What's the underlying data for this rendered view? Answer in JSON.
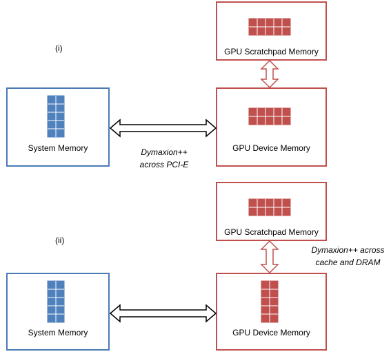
{
  "panel_labels": {
    "top": "(i)",
    "bottom": "(ii)"
  },
  "top_diagram": {
    "scratchpad": {
      "label": "GPU Scratchpad Memory"
    },
    "device": {
      "label": "GPU Device Memory"
    },
    "system": {
      "label": "System Memory"
    },
    "link_label": {
      "line1": "Dymaxion++",
      "line2": "across PCI-E"
    }
  },
  "bottom_diagram": {
    "scratchpad": {
      "label": "GPU Scratchpad Memory"
    },
    "device": {
      "label": "GPU Device Memory"
    },
    "system": {
      "label": "System Memory"
    },
    "link_label": {
      "line1": "Dymaxion++ across",
      "line2": "cache and DRAM"
    }
  },
  "colors": {
    "system_fill": "#4f81bd",
    "system_border": "#4a7ab5",
    "gpu_fill": "#c0504d",
    "gpu_border": "#c0504d",
    "grid_line": "#ffffff"
  },
  "icons": [
    "memory-grid-icon",
    "double-arrow-icon"
  ]
}
